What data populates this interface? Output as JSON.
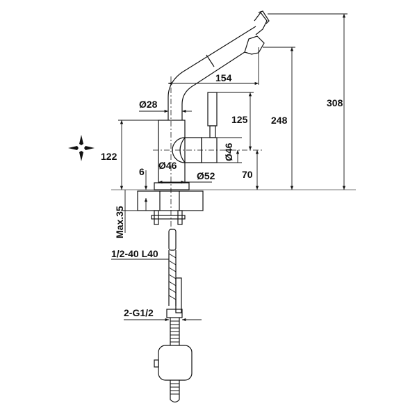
{
  "drawing": {
    "title": "Pull-out kitchen faucet dimension drawing",
    "dimensions": {
      "spout_reach": "154",
      "spout_diameter": "Ø28",
      "lever_height": "125",
      "outlet_height": "248",
      "total_height": "308",
      "body_height": "122",
      "handle_diameter": "Ø46",
      "handle_axis_height": "70",
      "body_diameter": "Ø46",
      "base_diameter": "Ø52",
      "base_offset": "6",
      "max_counter_thickness": "Max.35",
      "supply_hose": "1/2-40 L40",
      "connection": "2-G1/2"
    },
    "icons": {
      "orientation": "crosshair-arrows-icon"
    }
  }
}
